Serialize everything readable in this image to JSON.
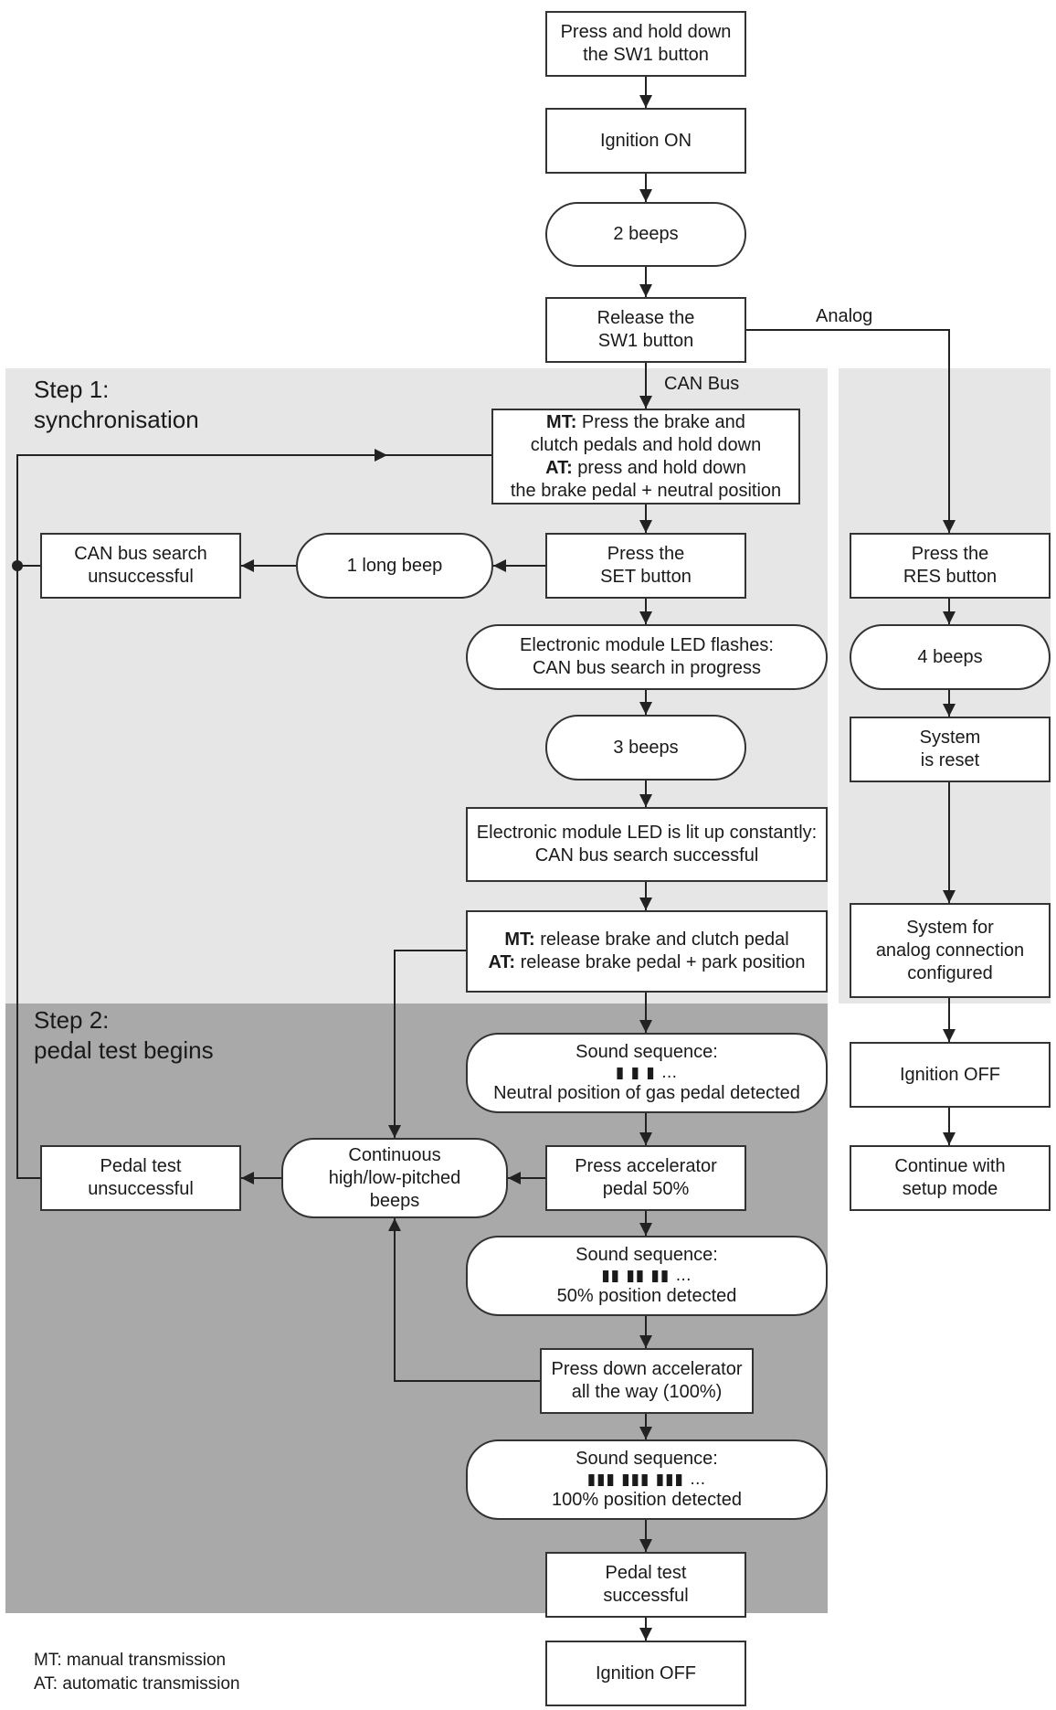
{
  "steps": {
    "step1": [
      "Step 1:",
      "synchronisation"
    ],
    "step2": [
      "Step 2:",
      "pedal test begins"
    ]
  },
  "nodes": {
    "press_sw1": [
      "Press and hold down",
      "the SW1 button"
    ],
    "ignition_on": [
      "Ignition ON"
    ],
    "two_beeps": [
      "2 beeps"
    ],
    "release_sw1": [
      "Release the",
      "SW1 button"
    ],
    "mt_at_press": {
      "mt_label": "MT:",
      "mt_line1": " Press the brake and",
      "mt_line2": "clutch pedals and hold down",
      "at_label": "AT:",
      "at_line1": " press and hold down",
      "at_line2": "the brake pedal + neutral position"
    },
    "press_set": [
      "Press the",
      "SET button"
    ],
    "one_long_beep": [
      "1 long beep"
    ],
    "can_unsuccessful": [
      "CAN bus search",
      "unsuccessful"
    ],
    "led_flashes": [
      "Electronic module LED flashes:",
      "CAN bus search in progress"
    ],
    "three_beeps": [
      "3 beeps"
    ],
    "led_constant": [
      "Electronic module LED is lit up constantly:",
      "CAN bus search successful"
    ],
    "mt_at_release": {
      "mt_label": "MT:",
      "mt_text": " release brake and clutch pedal",
      "at_label": "AT:",
      "at_text": " release brake pedal + park position"
    },
    "sound_neutral": {
      "title": "Sound sequence:",
      "pattern": "▮  ▮  ▮  …",
      "text": "Neutral position of gas pedal detected"
    },
    "press_50": [
      "Press accelerator",
      "pedal 50%"
    ],
    "continuous_beeps": [
      "Continuous",
      "high/low-pitched",
      "beeps"
    ],
    "pedal_unsuccessful": [
      "Pedal test",
      "unsuccessful"
    ],
    "sound_50": {
      "title": "Sound sequence:",
      "pattern": "▮▮  ▮▮  ▮▮  …",
      "text": "50% position detected"
    },
    "press_100": [
      "Press down accelerator",
      "all the way (100%)"
    ],
    "sound_100": {
      "title": "Sound sequence:",
      "pattern": "▮▮▮ ▮▮▮ ▮▮▮ …",
      "text": "100% position detected"
    },
    "pedal_successful": [
      "Pedal test",
      "successful"
    ],
    "ignition_off_main": [
      "Ignition OFF"
    ],
    "press_res": [
      "Press the",
      "RES button"
    ],
    "four_beeps": [
      "4 beeps"
    ],
    "system_reset": [
      "System",
      "is reset"
    ],
    "system_analog": [
      "System for",
      "analog connection",
      "configured"
    ],
    "ignition_off_analog": [
      "Ignition OFF"
    ],
    "continue_setup": [
      "Continue with",
      "setup mode"
    ]
  },
  "edge_labels": {
    "analog": "Analog",
    "can_bus": "CAN Bus"
  },
  "legend": [
    "MT: manual transmission",
    "AT: automatic transmission"
  ],
  "colors": {
    "step1_bg": "#e6e6e6",
    "step2_bg": "#a9a9a9",
    "line": "#222222"
  }
}
